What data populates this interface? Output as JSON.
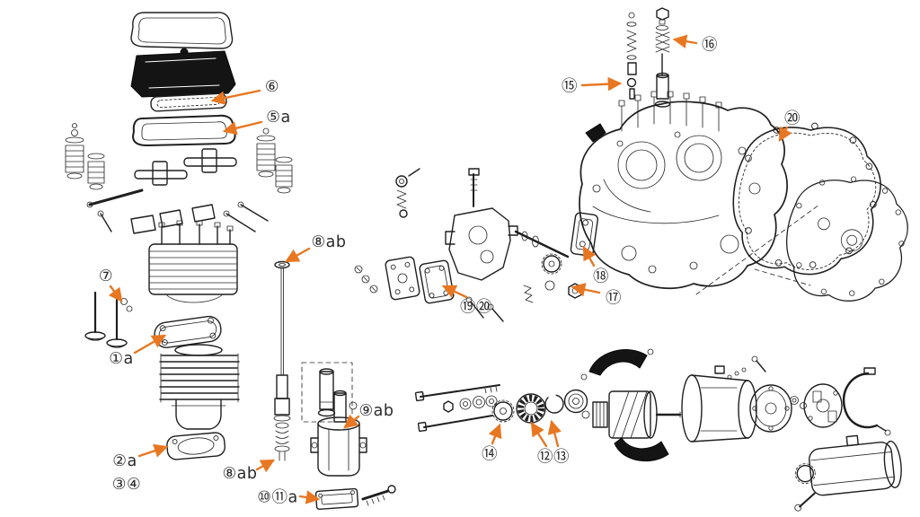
{
  "diagram": {
    "type": "exploded-parts-diagram",
    "accent_color": "#E87722",
    "line_color": "#1F1F1F",
    "background": "#FFFFFF",
    "callouts": [
      {
        "label": "⑥"
      },
      {
        "label": "⑤a"
      },
      {
        "label": "⑦"
      },
      {
        "label": "①a"
      },
      {
        "label": "⑧ab"
      },
      {
        "label": "⑨ab"
      },
      {
        "label": "②a"
      },
      {
        "label": "③④"
      },
      {
        "label": "⑧ab"
      },
      {
        "label": "⑩⑪a"
      },
      {
        "label": "⑭"
      },
      {
        "label": "⑫⑬"
      },
      {
        "label": "⑮"
      },
      {
        "label": "⑯"
      },
      {
        "label": "⑳"
      },
      {
        "label": "⑱"
      },
      {
        "label": "⑰"
      },
      {
        "label": "⑲⑳"
      }
    ]
  }
}
